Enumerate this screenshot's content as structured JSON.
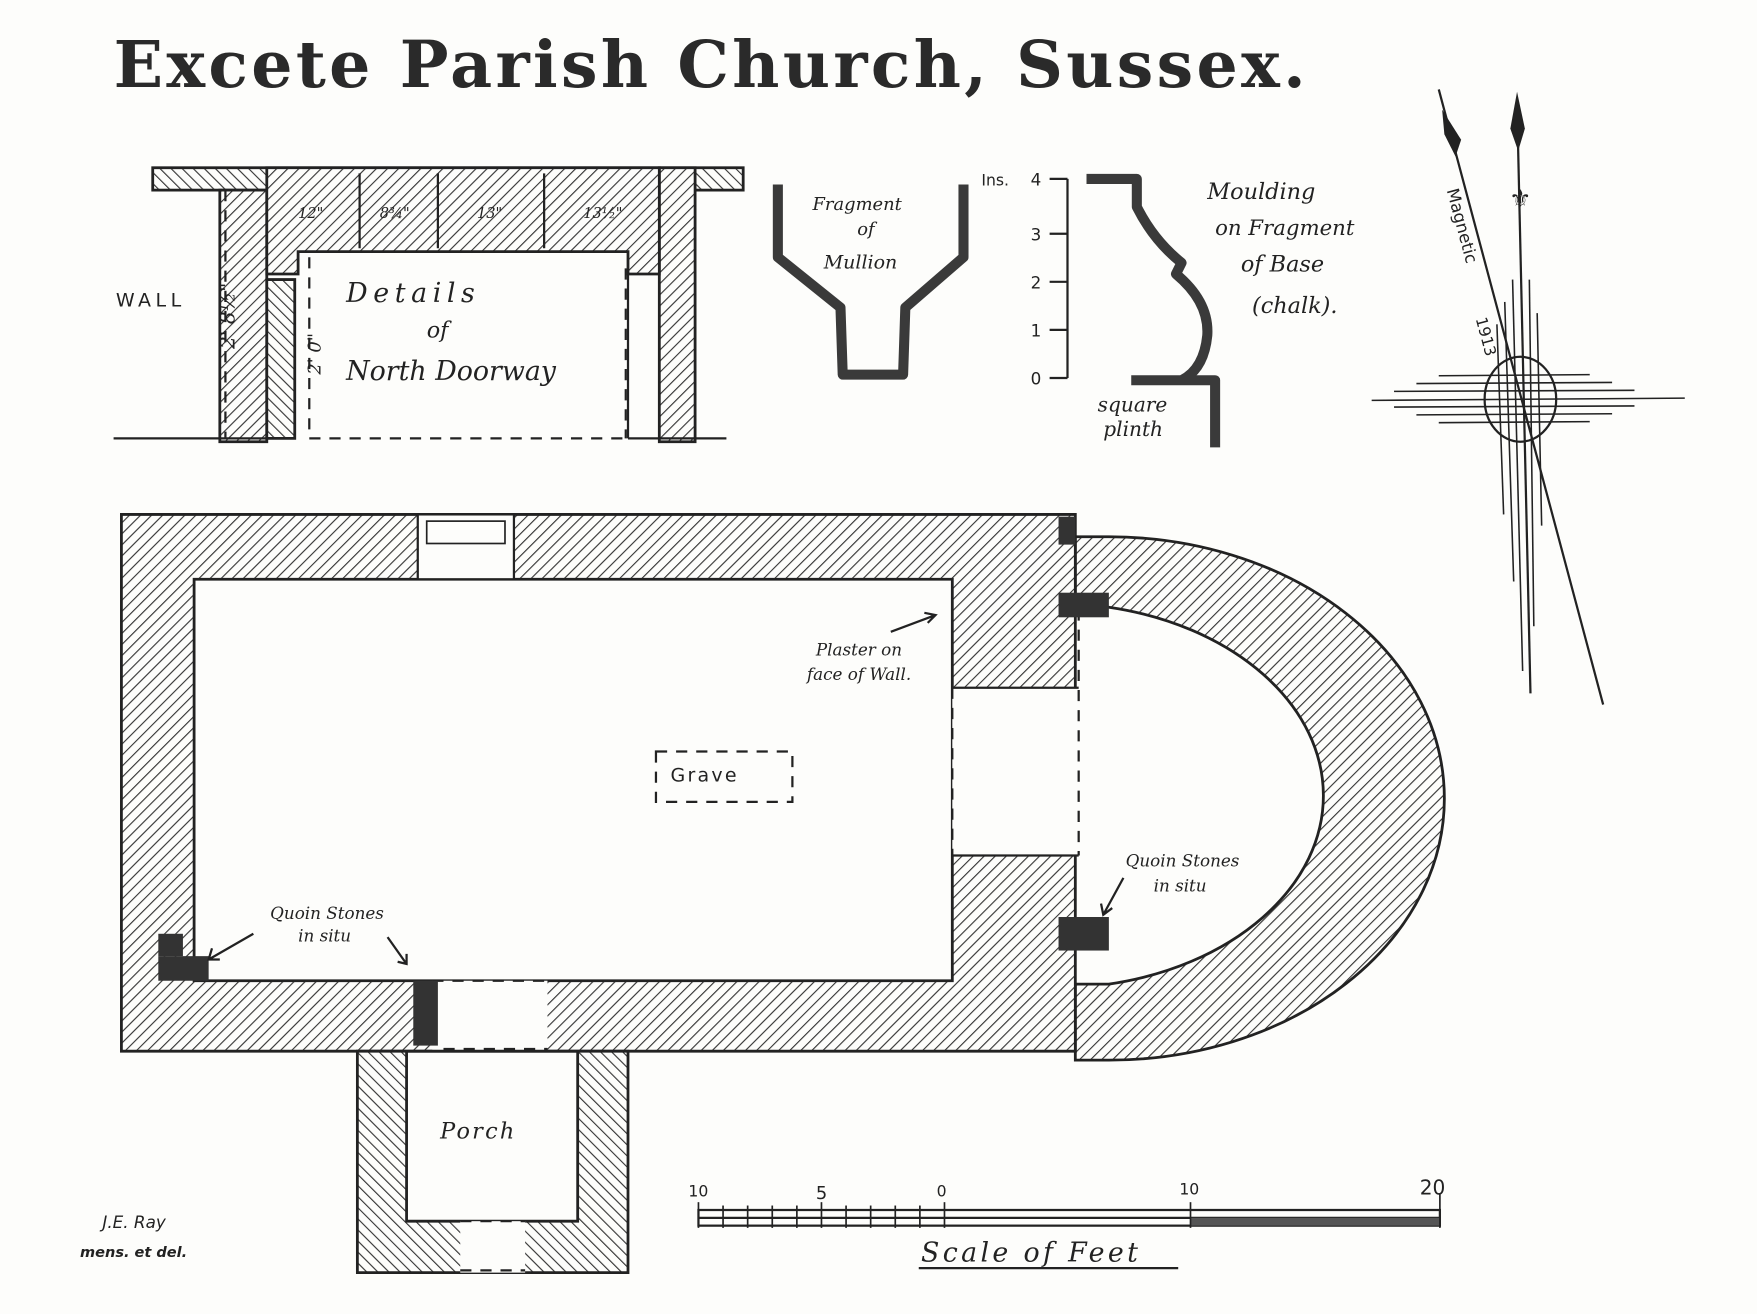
{
  "title": "Excete Parish Church, Sussex.",
  "doorway_detail": {
    "label_line1": "Details",
    "label_line2": "of",
    "label_line3": "North Doorway",
    "wall_label": "WALL",
    "wall_thickness": "2' 8½\"",
    "jamb_width": "2' 0\"",
    "dimensions": [
      "12\"",
      "8¾\"",
      "13\"",
      "13½\""
    ]
  },
  "mullion": {
    "line1": "Fragment",
    "line2": "of",
    "line3": "Mullion"
  },
  "moulding": {
    "scale_unit": "Ins.",
    "scale_ticks": [
      "4",
      "3",
      "2",
      "1",
      "0"
    ],
    "line1": "Moulding",
    "line2": "on Fragment",
    "line3": "of Base",
    "line4": "(chalk).",
    "plinth_line1": "square",
    "plinth_line2": "plinth"
  },
  "compass": {
    "label": "Magnetic",
    "year": "1913"
  },
  "plan": {
    "plaster_line1": "Plaster on",
    "plaster_line2": "face of Wall.",
    "grave": "Grave",
    "quoin_nave_line1": "Quoin Stones",
    "quoin_nave_line2": "in situ",
    "quoin_apse_line1": "Quoin Stones",
    "quoin_apse_line2": "in situ",
    "porch": "Porch"
  },
  "signature": {
    "line1": "J.E. Ray",
    "line2": "mens. et del."
  },
  "scale_bar": {
    "title": "Scale of Feet",
    "ticks": [
      "10",
      "5",
      "0",
      "10",
      "20"
    ]
  }
}
